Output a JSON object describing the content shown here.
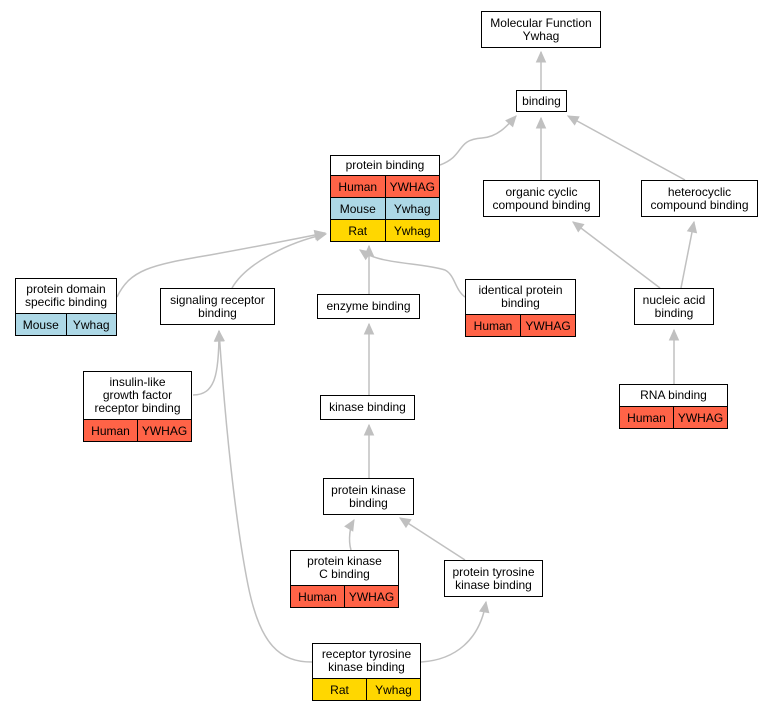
{
  "nodes": {
    "mf": {
      "label": "Molecular Function\nYwhag",
      "annotations": []
    },
    "binding": {
      "label": "binding",
      "annotations": []
    },
    "protein_binding": {
      "label": "protein binding",
      "annotations": [
        {
          "species": "Human",
          "gene": "YWHAG",
          "color": "#ff6347"
        },
        {
          "species": "Mouse",
          "gene": "Ywhag",
          "color": "#add8e6"
        },
        {
          "species": "Rat",
          "gene": "Ywhag",
          "color": "#ffd700"
        }
      ]
    },
    "organic_cyclic": {
      "label": "organic cyclic\ncompound binding",
      "annotations": []
    },
    "heterocyclic": {
      "label": "heterocyclic\ncompound binding",
      "annotations": []
    },
    "protein_domain": {
      "label": "protein domain\nspecific binding",
      "annotations": [
        {
          "species": "Mouse",
          "gene": "Ywhag",
          "color": "#add8e6"
        }
      ]
    },
    "signaling_receptor": {
      "label": "signaling receptor\nbinding",
      "annotations": []
    },
    "enzyme": {
      "label": "enzyme binding",
      "annotations": []
    },
    "identical_protein": {
      "label": "identical protein\nbinding",
      "annotations": [
        {
          "species": "Human",
          "gene": "YWHAG",
          "color": "#ff6347"
        }
      ]
    },
    "nucleic_acid": {
      "label": "nucleic acid\nbinding",
      "annotations": []
    },
    "insulin_like": {
      "label": "insulin-like\ngrowth factor\nreceptor binding",
      "annotations": [
        {
          "species": "Human",
          "gene": "YWHAG",
          "color": "#ff6347"
        }
      ]
    },
    "kinase": {
      "label": "kinase binding",
      "annotations": []
    },
    "rna": {
      "label": "RNA binding",
      "annotations": [
        {
          "species": "Human",
          "gene": "YWHAG",
          "color": "#ff6347"
        }
      ]
    },
    "protein_kinase": {
      "label": "protein kinase\nbinding",
      "annotations": []
    },
    "pkc": {
      "label": "protein kinase\nC binding",
      "annotations": [
        {
          "species": "Human",
          "gene": "YWHAG",
          "color": "#ff6347"
        }
      ]
    },
    "tyrosine_kinase": {
      "label": "protein tyrosine\nkinase binding",
      "annotations": []
    },
    "rtk": {
      "label": "receptor tyrosine\nkinase binding",
      "annotations": [
        {
          "species": "Rat",
          "gene": "Ywhag",
          "color": "#ffd700"
        }
      ]
    }
  },
  "edges": [
    {
      "from": "binding",
      "to": "mf"
    },
    {
      "from": "protein_binding",
      "to": "binding"
    },
    {
      "from": "organic_cyclic",
      "to": "binding"
    },
    {
      "from": "heterocyclic",
      "to": "binding"
    },
    {
      "from": "protein_domain",
      "to": "protein_binding"
    },
    {
      "from": "signaling_receptor",
      "to": "protein_binding"
    },
    {
      "from": "enzyme",
      "to": "protein_binding"
    },
    {
      "from": "identical_protein",
      "to": "protein_binding"
    },
    {
      "from": "nucleic_acid",
      "to": "organic_cyclic"
    },
    {
      "from": "nucleic_acid",
      "to": "heterocyclic"
    },
    {
      "from": "insulin_like",
      "to": "signaling_receptor"
    },
    {
      "from": "kinase",
      "to": "enzyme"
    },
    {
      "from": "rna",
      "to": "nucleic_acid"
    },
    {
      "from": "protein_kinase",
      "to": "kinase"
    },
    {
      "from": "pkc",
      "to": "protein_kinase"
    },
    {
      "from": "tyrosine_kinase",
      "to": "protein_kinase"
    },
    {
      "from": "rtk",
      "to": "signaling_receptor"
    },
    {
      "from": "rtk",
      "to": "tyrosine_kinase"
    }
  ],
  "style": {
    "edge_color": "#c0c0c0",
    "border_color": "#000000"
  }
}
